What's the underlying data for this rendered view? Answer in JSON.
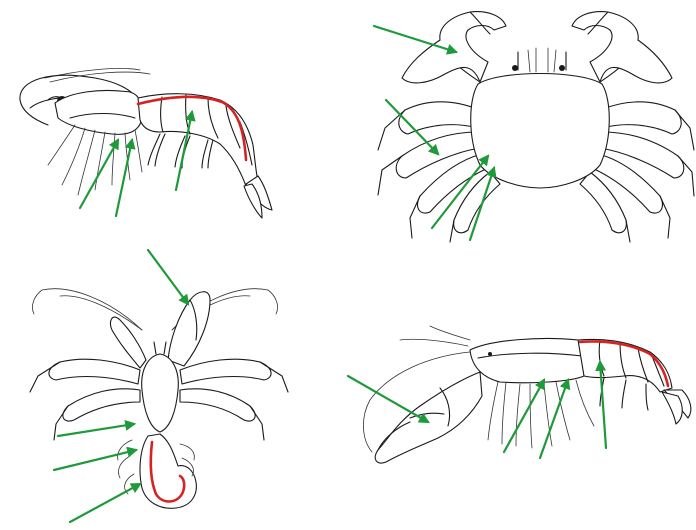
{
  "colors": {
    "arrow": "#1f9a3a",
    "highlight": "#d62222",
    "outline": "#1a1a1a",
    "background": "#ffffff"
  },
  "panels": [
    {
      "name": "shrimp",
      "position": "top-left",
      "arrow_count": 3,
      "has_red_highlight": true
    },
    {
      "name": "crab",
      "position": "top-right",
      "arrow_count": 4,
      "has_red_highlight": false
    },
    {
      "name": "hermit-crab",
      "position": "bottom-left",
      "arrow_count": 4,
      "has_red_highlight": true
    },
    {
      "name": "lobster",
      "position": "bottom-right",
      "arrow_count": 4,
      "has_red_highlight": true
    }
  ]
}
